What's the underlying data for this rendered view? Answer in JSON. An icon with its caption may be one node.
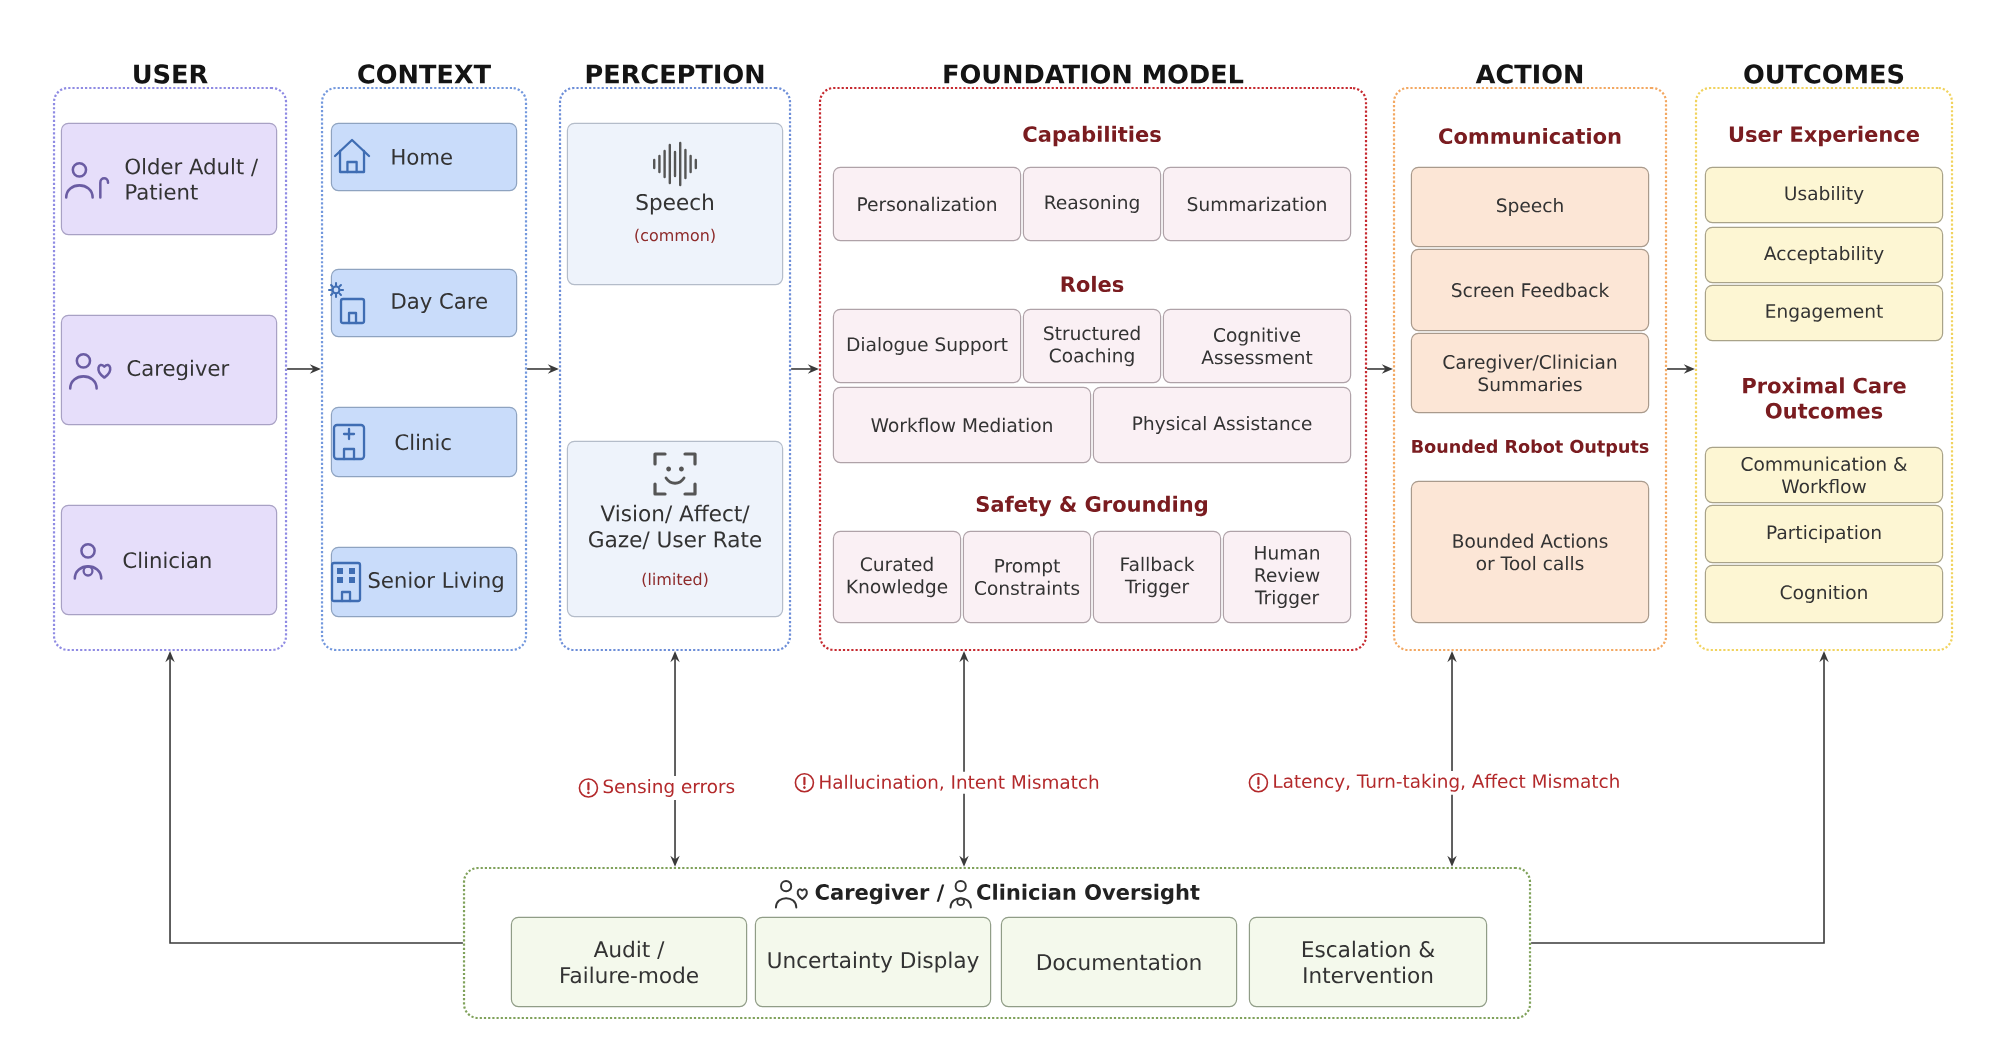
{
  "diagram": {
    "nodes": [
      {
        "text": [
          "USER"
        ]
      },
      {
        "text": [
          "Older Adult / Patient"
        ],
        "in": 0
      },
      {
        "text": [
          "Caregiver"
        ],
        "in": 0
      },
      {
        "text": [
          "Clinician"
        ],
        "in": 0
      },
      {
        "text": [
          "CONTEXT"
        ]
      },
      {
        "text": [
          "Home"
        ],
        "in": 4
      },
      {
        "text": [
          "Day Care"
        ],
        "in": 4
      },
      {
        "text": [
          "Clinic"
        ],
        "in": 4
      },
      {
        "text": [
          "Senior Living"
        ],
        "in": 4
      },
      {
        "text": [
          "PERCEPTION"
        ]
      },
      {
        "text": [
          "Speech",
          "(common)"
        ],
        "in": 9
      },
      {
        "text": [
          "Vision/ Affect/ Gaze/ User Rate",
          "(limited)"
        ],
        "in": 9
      },
      {
        "text": [
          "FOUNDATION MODEL",
          "Capabilities",
          "Roles",
          "Safety & Grounding"
        ]
      },
      {
        "text": [
          "Personalization"
        ],
        "in": 12
      },
      {
        "text": [
          "Reasoning"
        ],
        "in": 12
      },
      {
        "text": [
          "Summarization"
        ],
        "in": 12
      },
      {
        "text": [
          "Dialogue Support"
        ],
        "in": 12
      },
      {
        "text": [
          "Structured Coaching"
        ],
        "in": 12
      },
      {
        "text": [
          "Cognitive Assessment"
        ],
        "in": 12
      },
      {
        "text": [
          "Workflow Mediation"
        ],
        "in": 12
      },
      {
        "text": [
          "Physical Assistance"
        ],
        "in": 12
      },
      {
        "text": [
          "Curated Knowledge"
        ],
        "in": 12
      },
      {
        "text": [
          "Prompt Constraints"
        ],
        "in": 12
      },
      {
        "text": [
          "Fallback Trigger"
        ],
        "in": 12
      },
      {
        "text": [
          "Human Review Trigger"
        ],
        "in": 12
      },
      {
        "text": [
          "ACTION",
          "Communication",
          "Bounded Robot Outputs"
        ]
      },
      {
        "text": [
          "Speech"
        ],
        "in": 25
      },
      {
        "text": [
          "Screen Feedback"
        ],
        "in": 25
      },
      {
        "text": [
          "Caregiver/Clinician Summaries"
        ],
        "in": 25
      },
      {
        "text": [
          "Bounded Actions or Tool calls"
        ],
        "in": 25
      },
      {
        "text": [
          "OUTCOMES",
          "User Experience",
          "Proximal Care Outcomes"
        ]
      },
      {
        "text": [
          "Usability"
        ],
        "in": 30
      },
      {
        "text": [
          "Acceptability"
        ],
        "in": 30
      },
      {
        "text": [
          "Engagement"
        ],
        "in": 30
      },
      {
        "text": [
          "Communication & Workflow"
        ],
        "in": 30
      },
      {
        "text": [
          "Participation"
        ],
        "in": 30
      },
      {
        "text": [
          "Cognition"
        ],
        "in": 30
      },
      {
        "text": [
          "Caregiver /",
          "Clinician Oversight"
        ]
      },
      {
        "text": [
          "Audit / Failure-mode"
        ],
        "in": 37
      },
      {
        "text": [
          "Uncertainty Display"
        ],
        "in": 37
      },
      {
        "text": [
          "Documentation"
        ],
        "in": 37
      },
      {
        "text": [
          "Escalation & Intervention"
        ],
        "in": 37
      }
    ],
    "edges": [
      {
        "from": 0,
        "to": 4,
        "arrow": "to"
      },
      {
        "from": 4,
        "to": 9,
        "arrow": "to"
      },
      {
        "from": 9,
        "to": 12,
        "arrow": "to"
      },
      {
        "from": 12,
        "to": 25,
        "arrow": "to"
      },
      {
        "from": 25,
        "to": 30,
        "arrow": "to"
      },
      {
        "from": 9,
        "to": 37,
        "arrow": "both",
        "label": "Sensing errors"
      },
      {
        "from": 12,
        "to": 37,
        "arrow": "both",
        "label": "Hallucination, Intent Mismatch"
      },
      {
        "from": 25,
        "to": 37,
        "arrow": "both",
        "label": "Latency, Turn-taking, Affect Mismatch"
      },
      {
        "from": 37,
        "to": 0,
        "arrow": "to"
      },
      {
        "from": 37,
        "to": 30,
        "arrow": "to"
      }
    ]
  }
}
